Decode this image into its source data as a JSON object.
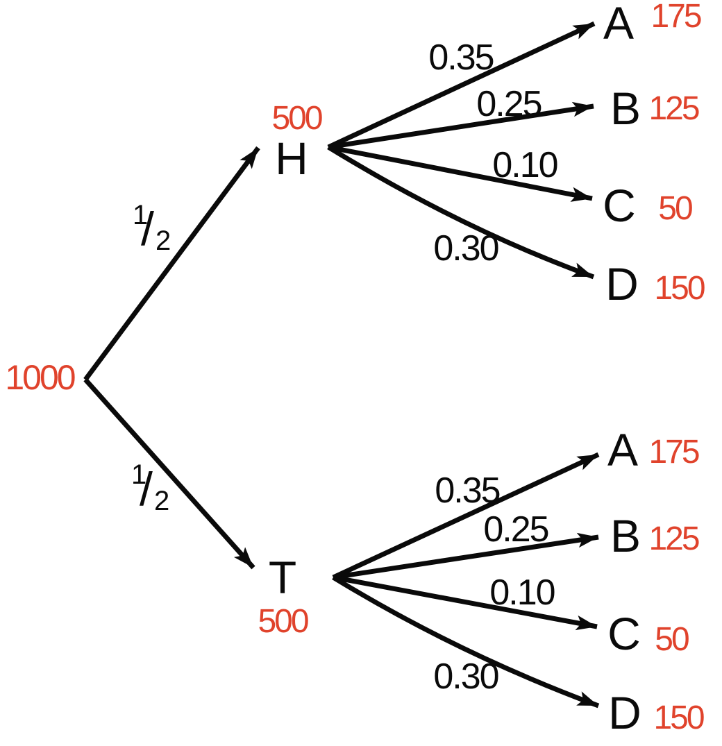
{
  "colors": {
    "count_red": "#e0432c",
    "ink_black": "#0a0a0a",
    "background": "#ffffff"
  },
  "tree": {
    "type": "probability-tree",
    "root": {
      "count": "1000"
    },
    "branches": [
      {
        "node": "H",
        "count": "500",
        "edge": {
          "numerator": "1",
          "slash": "/",
          "denominator": "2"
        },
        "children": [
          {
            "probability": "0.35",
            "node": "A",
            "count": "175"
          },
          {
            "probability": "0.25",
            "node": "B",
            "count": "125"
          },
          {
            "probability": "0.10",
            "node": "C",
            "count": "50"
          },
          {
            "probability": "0.30",
            "node": "D",
            "count": "150"
          }
        ]
      },
      {
        "node": "T",
        "count": "500",
        "edge": {
          "numerator": "1",
          "slash": "/",
          "denominator": "2"
        },
        "children": [
          {
            "probability": "0.35",
            "node": "A",
            "count": "175"
          },
          {
            "probability": "0.25",
            "node": "B",
            "count": "125"
          },
          {
            "probability": "0.10",
            "node": "C",
            "count": "50"
          },
          {
            "probability": "0.30",
            "node": "D",
            "count": "150"
          }
        ]
      }
    ]
  }
}
